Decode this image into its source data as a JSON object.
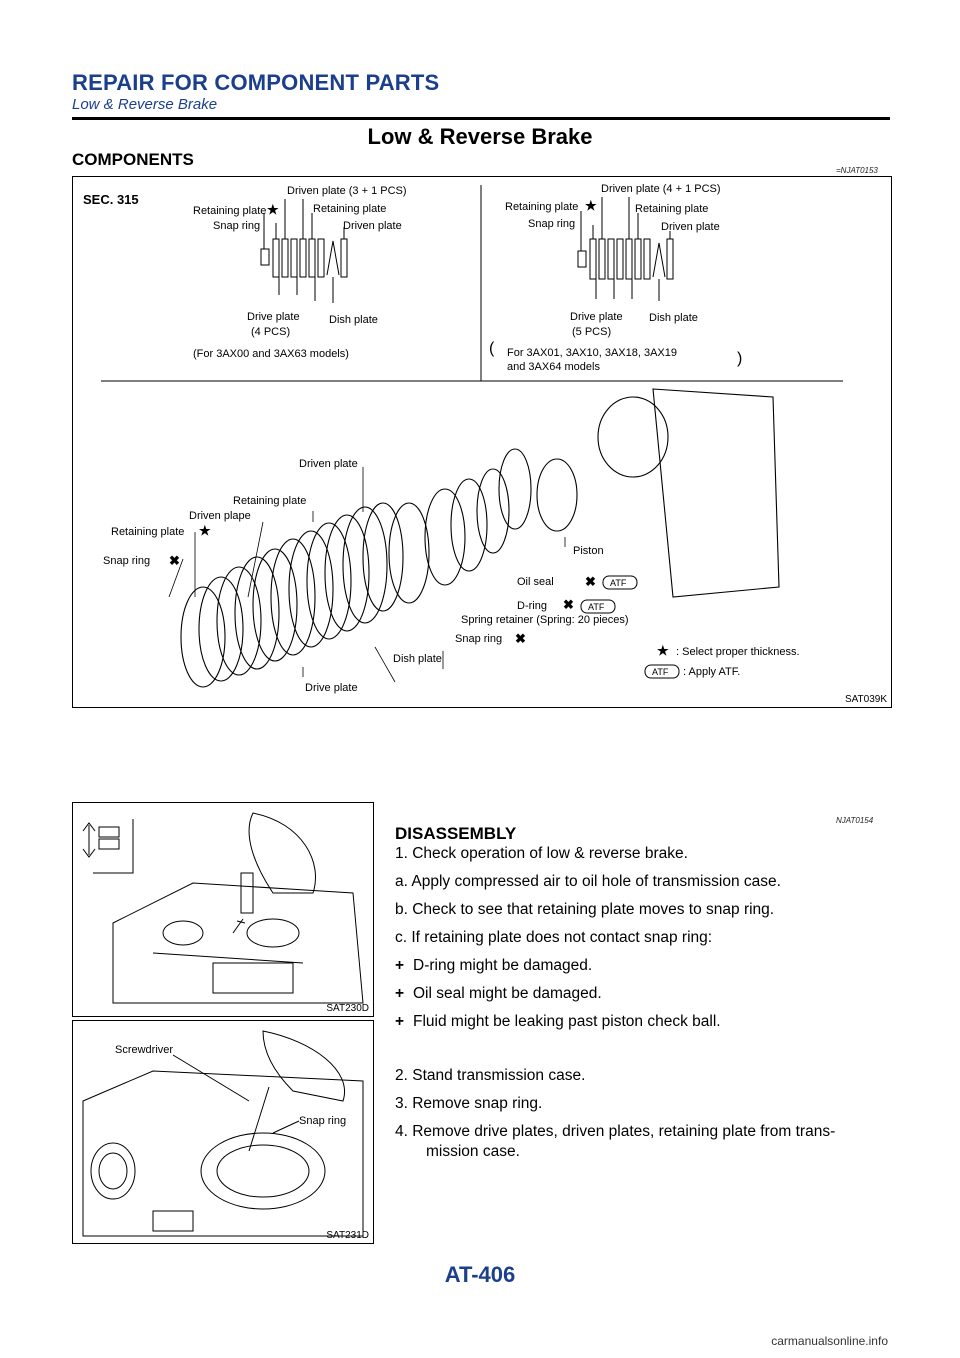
{
  "header": {
    "title": "REPAIR FOR COMPONENT PARTS",
    "subtitle": "Low & Reverse Brake"
  },
  "section_title": "Low & Reverse Brake",
  "components": {
    "heading": "COMPONENTS",
    "ref": "=NJAT0153",
    "figure_code": "SAT039K",
    "sec_label": "SEC. 315",
    "left_inset": {
      "driven_top": "Driven plate (3 + 1 PCS)",
      "retaining_plate_star": "Retaining plate",
      "retaining_plate": "Retaining plate",
      "snap_ring": "Snap ring",
      "driven_plate": "Driven plate",
      "drive_plate": "Drive plate",
      "drive_count": "(4 PCS)",
      "dish_plate": "Dish plate",
      "models": "(For 3AX00 and 3AX63 models)"
    },
    "right_inset": {
      "driven_top": "Driven plate (4 + 1 PCS)",
      "retaining_plate_star": "Retaining plate",
      "retaining_plate": "Retaining plate",
      "snap_ring": "Snap ring",
      "driven_plate": "Driven plate",
      "drive_plate": "Drive plate",
      "drive_count": "(5 PCS)",
      "dish_plate": "Dish plate",
      "models_line1": "For 3AX01, 3AX10, 3AX18, 3AX19",
      "models_line2": "and 3AX64 models"
    },
    "exploded": {
      "driven_plate": "Driven plate",
      "retaining_plate": "Retaining plate",
      "driven_plape": "Driven plape",
      "retaining_plate_star": "Retaining plate",
      "snap_ring": "Snap ring",
      "piston": "Piston",
      "oil_seal": "Oil seal",
      "d_ring": "D-ring",
      "spring_retainer": "Spring retainer (Spring: 20 pieces)",
      "snap_ring2": "Snap ring",
      "dish_plate": "Dish plate",
      "drive_plate": "Drive plate",
      "atf": "ATF"
    },
    "legend": {
      "star_text": ": Select proper thickness.",
      "atf_text": ": Apply ATF."
    }
  },
  "disassembly": {
    "heading": "DISASSEMBLY",
    "ref": "NJAT0154",
    "fig1_code": "SAT230D",
    "fig2_code": "SAT231D",
    "fig2_screwdriver": "Screwdriver",
    "fig2_snap_ring": "Snap ring",
    "steps": [
      "1. Check operation of low & reverse brake.",
      "a. Apply compressed air to oil hole of transmission case.",
      "b. Check to see that retaining plate moves to snap ring.",
      "c. If retaining plate does not contact snap ring:"
    ],
    "bullets": [
      "D-ring might be damaged.",
      "Oil seal might be damaged.",
      "Fluid might be leaking past piston check ball."
    ],
    "bullet_mark": "+",
    "steps2": [
      "2. Stand transmission case.",
      "3. Remove snap ring.",
      "4. Remove drive plates, driven plates, retaining plate from trans-",
      "mission case."
    ]
  },
  "page_number": "AT-406",
  "watermark": "carmanualsonline.info"
}
